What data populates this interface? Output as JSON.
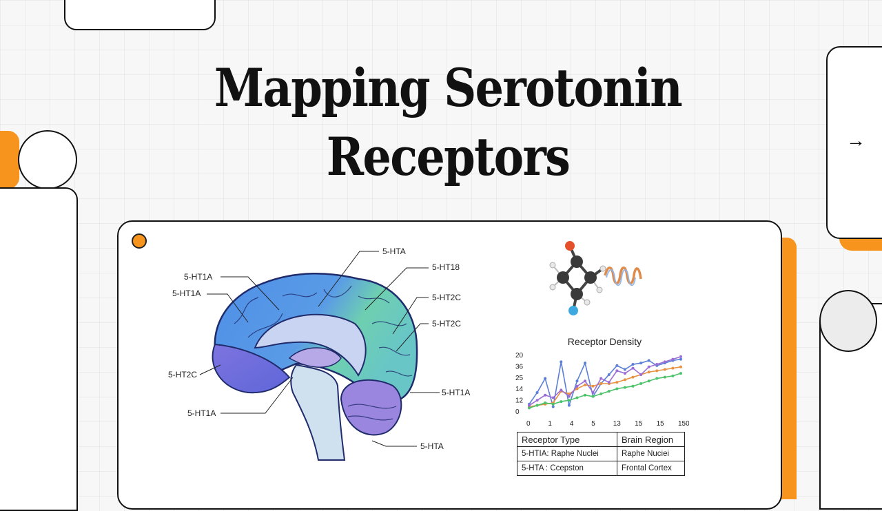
{
  "slide": {
    "title_line1": "Mapping Serotonin",
    "title_line2": "Receptors",
    "next_arrow": "→"
  },
  "brain": {
    "labels": [
      "5-HTA",
      "5-HT18",
      "5-HT2C",
      "5-HT2C",
      "5-HT1A",
      "5-HTA",
      "5-HT1A",
      "5-HT2C",
      "5-HT1A",
      "5-HT1A"
    ]
  },
  "molecule": {
    "icon": "molecule-icon"
  },
  "chart_data": {
    "type": "line",
    "title": "Receptor Density",
    "xlabel": "",
    "ylabel": "",
    "x": [
      0,
      1,
      2,
      3,
      4,
      5,
      6,
      7,
      8,
      9,
      10,
      11,
      12,
      13,
      14,
      15,
      16,
      17,
      18,
      19
    ],
    "x_tick_labels": [
      "0",
      "1",
      "4",
      "5",
      "13",
      "15",
      "15",
      "150"
    ],
    "y_tick_labels": [
      "20",
      "36",
      "25",
      "14",
      "12",
      "0"
    ],
    "series": [
      {
        "color": "#5b7fd6",
        "values": [
          6,
          15,
          26,
          4,
          39,
          5,
          24,
          38,
          12,
          22,
          29,
          36,
          33,
          37,
          38,
          40,
          36,
          38,
          40,
          41
        ]
      },
      {
        "color": "#e89140",
        "values": [
          4,
          5,
          6,
          7,
          16,
          14,
          18,
          21,
          20,
          22,
          22,
          23,
          25,
          27,
          29,
          31,
          32,
          33,
          34,
          35
        ]
      },
      {
        "color": "#4cc36a",
        "values": [
          3,
          5,
          7,
          6,
          8,
          9,
          11,
          13,
          12,
          14,
          16,
          18,
          19,
          20,
          22,
          24,
          26,
          27,
          28,
          30
        ]
      },
      {
        "color": "#9b6dd6",
        "values": [
          5,
          9,
          13,
          11,
          17,
          12,
          20,
          24,
          15,
          26,
          23,
          32,
          30,
          34,
          29,
          35,
          37,
          39,
          41,
          43
        ]
      }
    ]
  },
  "table": {
    "headers": [
      "Receptor Type",
      "Brain Region"
    ],
    "rows": [
      [
        "5-HTIA: Raphe Nuclei",
        "Raphe Nuciei"
      ],
      [
        "5-HTA : Ccepston",
        "Frontal Cortex"
      ]
    ]
  },
  "colors": {
    "accent": "#f7941d",
    "ink": "#111111"
  }
}
